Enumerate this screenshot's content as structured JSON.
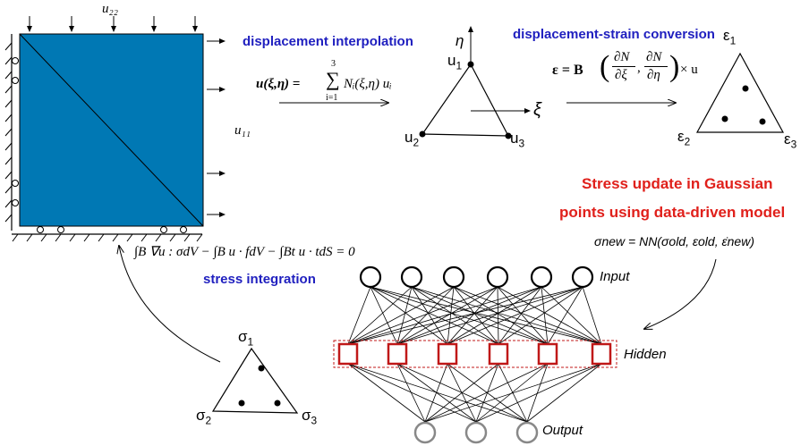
{
  "colors": {
    "domain": "#0078b4",
    "hidden": "#c01818",
    "output": "#888888",
    "label_blue": "#1f1fbf",
    "label_red": "#e0201b"
  },
  "loads": {
    "top": "u₂₂",
    "right": "u₁₁"
  },
  "steps": {
    "interp_title": "displacement interpolation",
    "conv_title": "displacement-strain conversion",
    "integ_title": "stress integration",
    "update_line1": "Stress update in Gaussian",
    "update_line2": "points using data-driven model"
  },
  "equations": {
    "interp_lhs": "u(ξ,η) =",
    "interp_sum_top": "3",
    "interp_sum_bot": "i=1",
    "interp_rhs": "Nᵢ(ξ,η) uᵢ",
    "conv": "ε = B",
    "conv_num1": "∂N",
    "conv_den1": "∂ξ",
    "conv_num2": "∂N",
    "conv_den2": "∂η",
    "conv_tail": "× u",
    "integ": "∫B ∇u : σdV − ∫B u · fdV − ∫Bt u · tdS = 0",
    "nn": "σnew = NN(σold, εold, ε̇new)"
  },
  "ref_triangle": {
    "u1": "u",
    "u1_sub": "1",
    "u2": "u",
    "u2_sub": "2",
    "u3": "u",
    "u3_sub": "3",
    "xi": "ξ",
    "eta": "η"
  },
  "strain_triangle": {
    "e1": "ε",
    "e1_sub": "1",
    "e2": "ε",
    "e2_sub": "2",
    "e3": "ε",
    "e3_sub": "3"
  },
  "stress_triangle": {
    "s1": "σ",
    "s1_sub": "1",
    "s2": "σ",
    "s2_sub": "2",
    "s3": "σ",
    "s3_sub": "3"
  },
  "network": {
    "input_label": "Input",
    "hidden_label": "Hidden",
    "output_label": "Output",
    "n_input": 6,
    "n_hidden": 6,
    "n_output": 3
  }
}
